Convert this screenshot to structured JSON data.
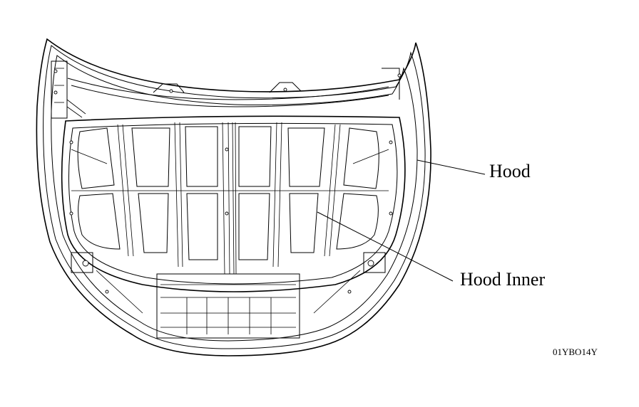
{
  "callouts": {
    "hood": "Hood",
    "hood_inner": "Hood Inner"
  },
  "figure_code": "01YBO14Y",
  "colors": {
    "line": "#000000",
    "background": "#ffffff"
  }
}
